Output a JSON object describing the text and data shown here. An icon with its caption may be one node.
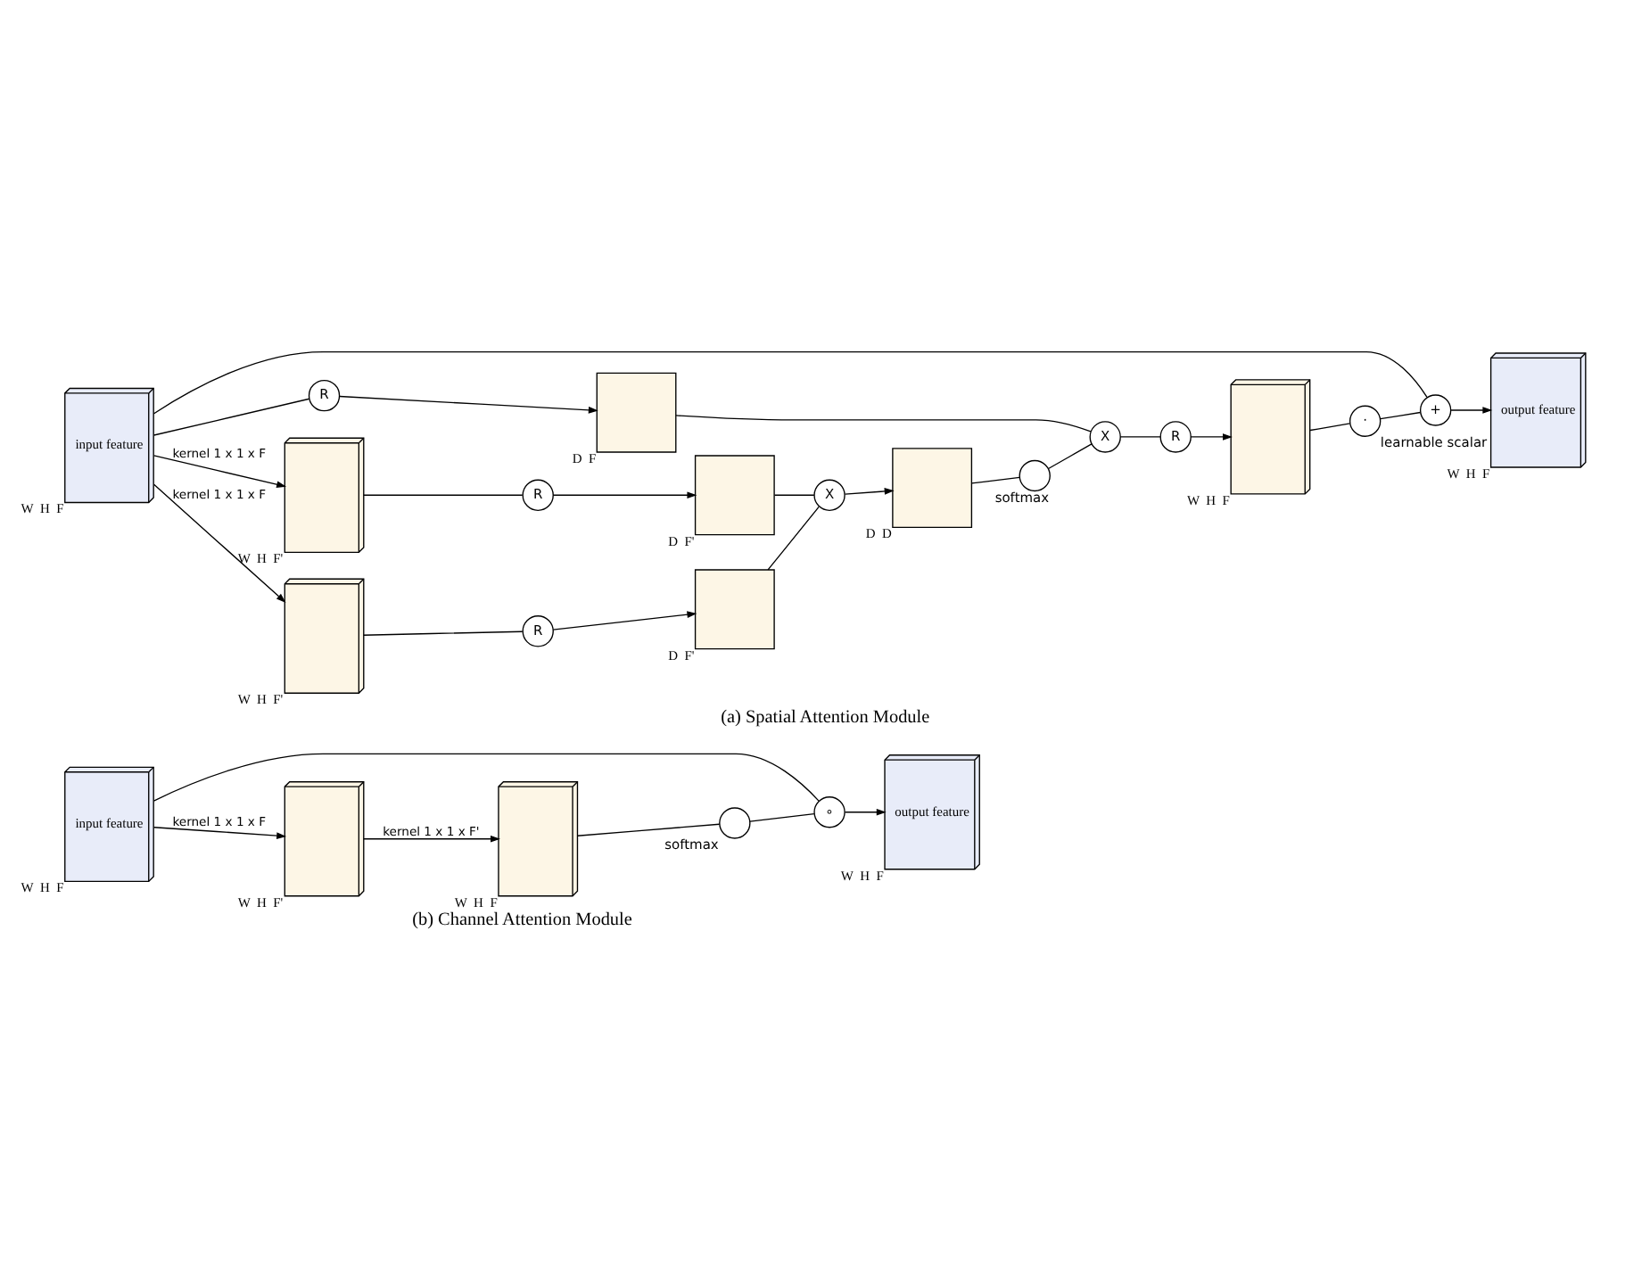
{
  "diagram": {
    "nodes": [
      {
        "text": [
          "input feature"
        ],
        "beside": [
          "W",
          "H",
          "F"
        ]
      },
      {
        "text": [],
        "shape": "box",
        "beside": [
          "W",
          "H",
          "F'"
        ]
      },
      {
        "text": [],
        "shape": "box",
        "beside": [
          "W",
          "H",
          "F'"
        ]
      },
      {
        "text": [
          "R"
        ]
      },
      {
        "text": [
          "R"
        ]
      },
      {
        "text": [],
        "shape": "box",
        "beside": [
          "D",
          "F'"
        ]
      },
      {
        "text": [],
        "shape": "box",
        "beside": [
          "D",
          "F'"
        ]
      },
      {
        "text": [
          "X"
        ]
      },
      {
        "text": [],
        "shape": "box",
        "beside": [
          "D",
          "D"
        ]
      },
      {
        "text": [],
        "shape": "circle",
        "beside": [
          "softmax"
        ]
      },
      {
        "text": [
          "X"
        ]
      },
      {
        "text": [
          "R"
        ]
      },
      {
        "text": [],
        "shape": "box",
        "beside": [
          "W",
          "H",
          "F"
        ]
      },
      {
        "text": [
          "·"
        ],
        "beside": [
          "learnable scalar"
        ]
      },
      {
        "text": [
          "+"
        ]
      },
      {
        "text": [
          "output feature"
        ],
        "beside": [
          "W",
          "H",
          "F"
        ]
      },
      {
        "text": [
          "R"
        ]
      },
      {
        "text": [],
        "shape": "box",
        "beside": [
          "D",
          "F"
        ]
      },
      {
        "text": [
          "input feature"
        ],
        "beside": [
          "W",
          "H",
          "F"
        ]
      },
      {
        "text": [],
        "shape": "box",
        "beside": [
          "W",
          "H",
          "F'"
        ]
      },
      {
        "text": [],
        "shape": "box",
        "beside": [
          "W",
          "H",
          "F"
        ]
      },
      {
        "text": [],
        "shape": "circle",
        "beside": [
          "softmax"
        ]
      },
      {
        "text": [
          "∘"
        ]
      },
      {
        "text": [
          "output feature"
        ],
        "beside": [
          "W",
          "H",
          "F"
        ]
      }
    ],
    "edges": [
      {
        "from": 0,
        "to": 1,
        "arrow": "to",
        "label": "kernel 1 x 1 x F"
      },
      {
        "from": 0,
        "to": 2,
        "arrow": "to",
        "label": "kernel 1 x 1 x F"
      },
      {
        "from": 1,
        "to": 3,
        "arrow": "none"
      },
      {
        "from": 3,
        "to": 5,
        "arrow": "to"
      },
      {
        "from": 2,
        "to": 4,
        "arrow": "none"
      },
      {
        "from": 4,
        "to": 6,
        "arrow": "to"
      },
      {
        "from": 5,
        "to": 7,
        "arrow": "none"
      },
      {
        "from": 6,
        "to": 7,
        "arrow": "none"
      },
      {
        "from": 7,
        "to": 8,
        "arrow": "to"
      },
      {
        "from": 8,
        "to": 9,
        "arrow": "none"
      },
      {
        "from": 9,
        "to": 10,
        "arrow": "none"
      },
      {
        "from": 10,
        "to": 11,
        "arrow": "none"
      },
      {
        "from": 11,
        "to": 12,
        "arrow": "to"
      },
      {
        "from": 0,
        "to": 16,
        "arrow": "none"
      },
      {
        "from": 16,
        "to": 17,
        "arrow": "to"
      },
      {
        "from": 17,
        "to": 10,
        "arrow": "none"
      },
      {
        "from": 12,
        "to": 13,
        "arrow": "none"
      },
      {
        "from": 13,
        "to": 14,
        "arrow": "none"
      },
      {
        "from": 14,
        "to": 15,
        "arrow": "to"
      },
      {
        "from": 0,
        "to": 14,
        "arrow": "none"
      },
      {
        "from": 18,
        "to": 19,
        "arrow": "to",
        "label": "kernel 1 x 1 x F"
      },
      {
        "from": 19,
        "to": 20,
        "arrow": "to",
        "label": "kernel 1 x 1 x F'"
      },
      {
        "from": 20,
        "to": 21,
        "arrow": "none"
      },
      {
        "from": 21,
        "to": 22,
        "arrow": "none"
      },
      {
        "from": 22,
        "to": 23,
        "arrow": "to"
      },
      {
        "from": 18,
        "to": 22,
        "arrow": "none"
      }
    ],
    "labels": [
      "(a) Spatial Attention Module",
      "(b) Channel Attention Module"
    ]
  }
}
